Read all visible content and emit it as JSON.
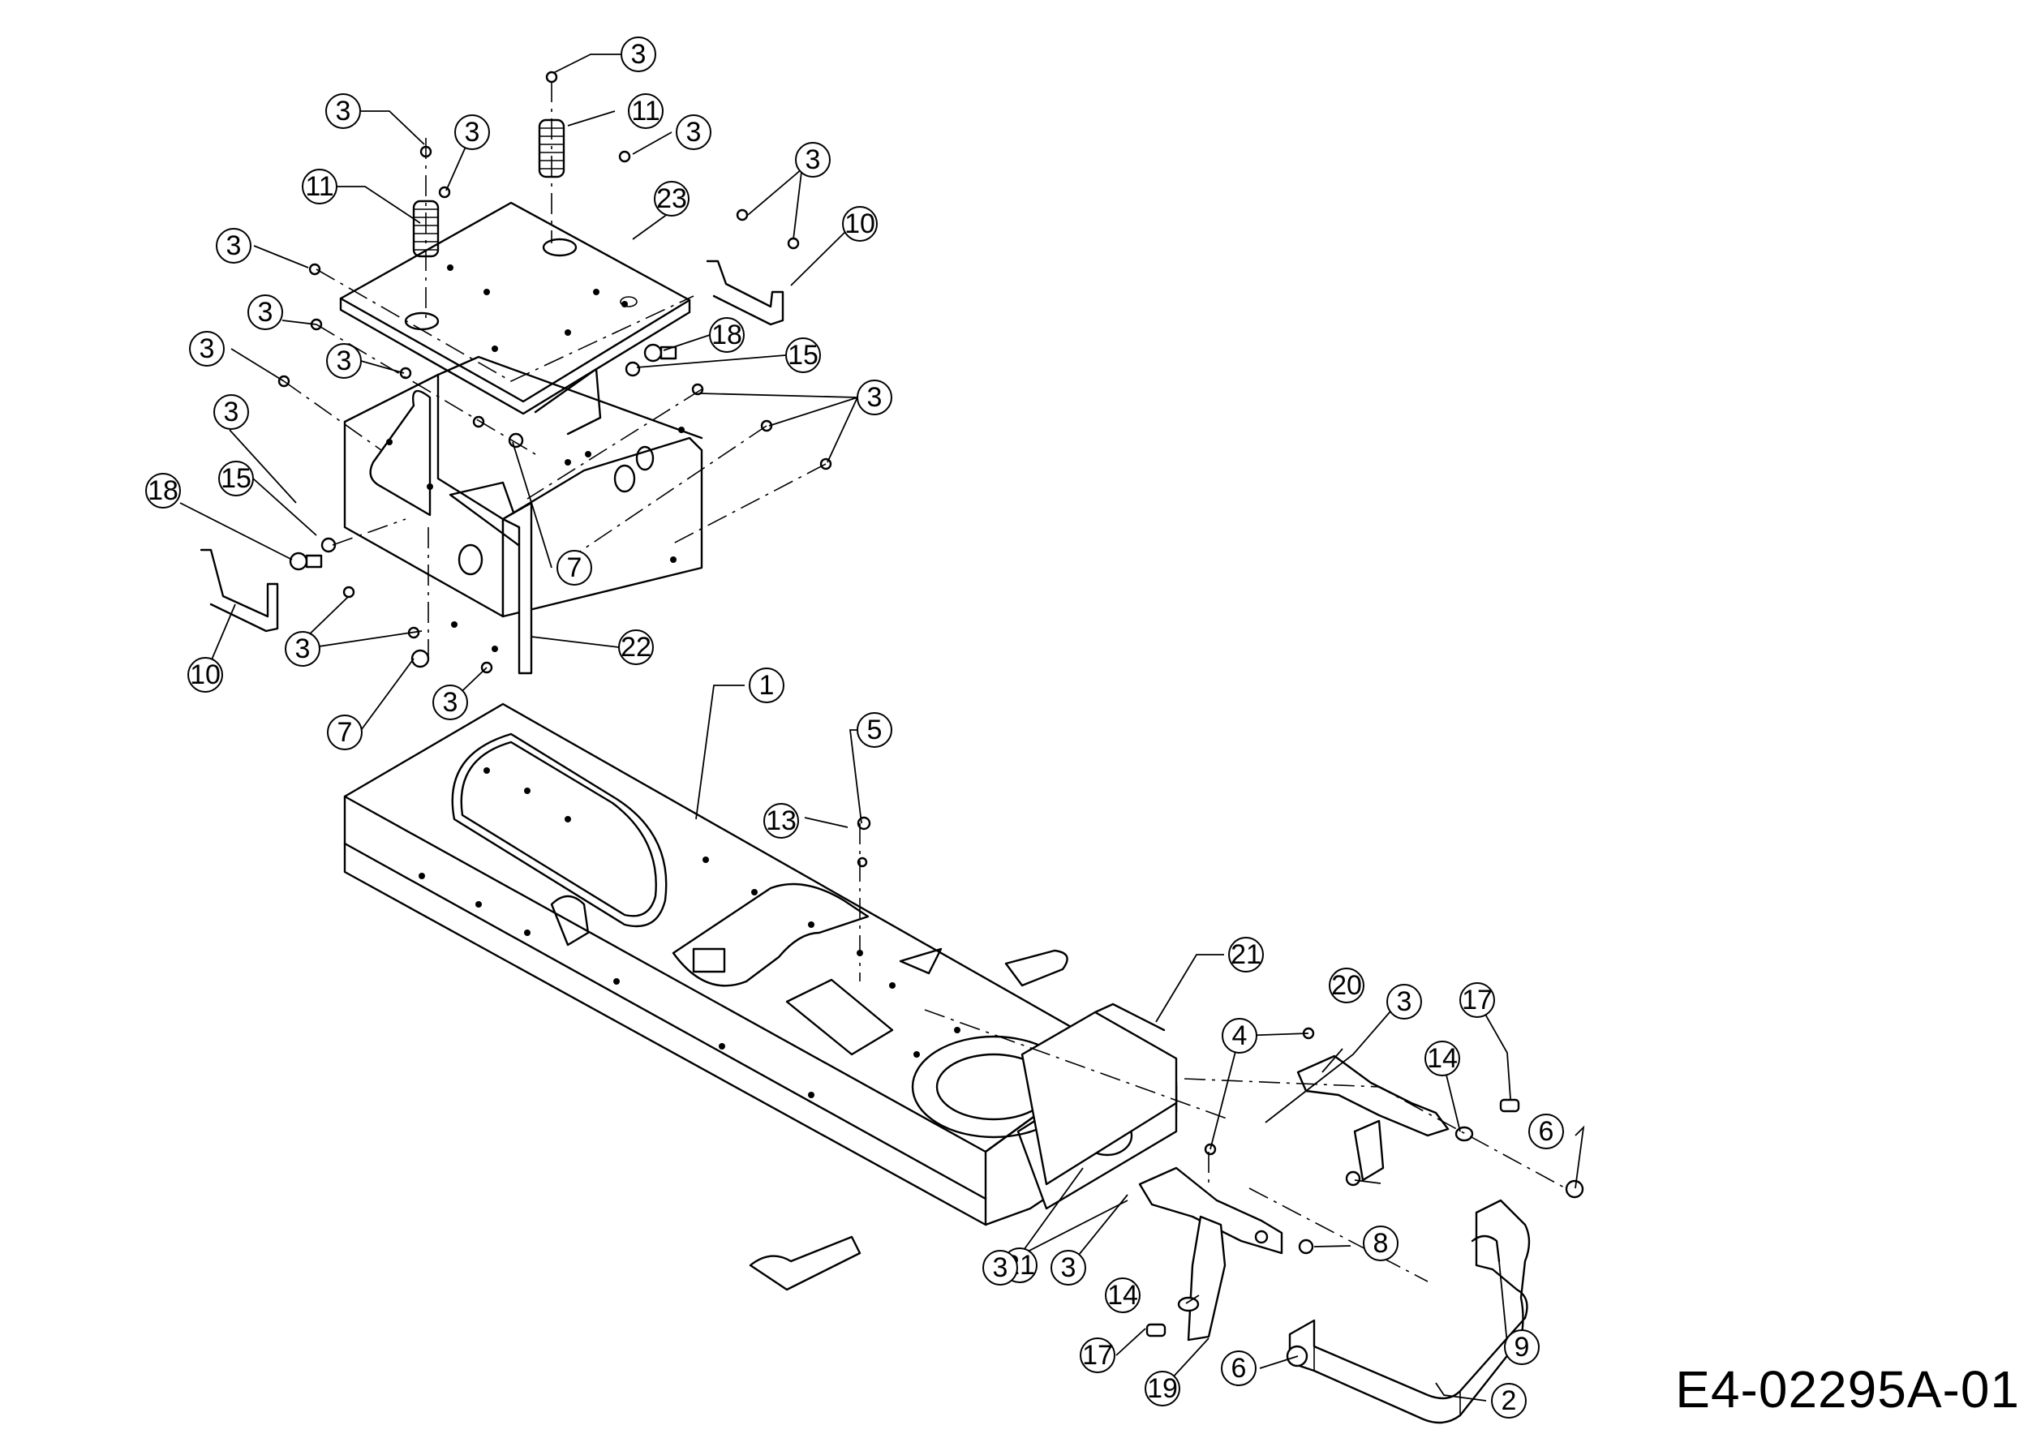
{
  "drawing_id": "E4-02295A-01",
  "callouts": [
    {
      "label": "3"
    },
    {
      "label": "3"
    },
    {
      "label": "3"
    },
    {
      "label": "3"
    },
    {
      "label": "3"
    },
    {
      "label": "3"
    },
    {
      "label": "3"
    },
    {
      "label": "3"
    },
    {
      "label": "3"
    },
    {
      "label": "3"
    },
    {
      "label": "3"
    },
    {
      "label": "3"
    },
    {
      "label": "3"
    },
    {
      "label": "3"
    },
    {
      "label": "3"
    },
    {
      "label": "11"
    },
    {
      "label": "11"
    },
    {
      "label": "23"
    },
    {
      "label": "10"
    },
    {
      "label": "10"
    },
    {
      "label": "18"
    },
    {
      "label": "18"
    },
    {
      "label": "15"
    },
    {
      "label": "15"
    },
    {
      "label": "7"
    },
    {
      "label": "7"
    },
    {
      "label": "22"
    },
    {
      "label": "1"
    },
    {
      "label": "5"
    },
    {
      "label": "13"
    },
    {
      "label": "21"
    },
    {
      "label": "21"
    },
    {
      "label": "20"
    },
    {
      "label": "4"
    },
    {
      "label": "17"
    },
    {
      "label": "17"
    },
    {
      "label": "14"
    },
    {
      "label": "14"
    },
    {
      "label": "6"
    },
    {
      "label": "6"
    },
    {
      "label": "8"
    },
    {
      "label": "9"
    },
    {
      "label": "19"
    },
    {
      "label": "2"
    },
    {
      "label": "3"
    }
  ]
}
